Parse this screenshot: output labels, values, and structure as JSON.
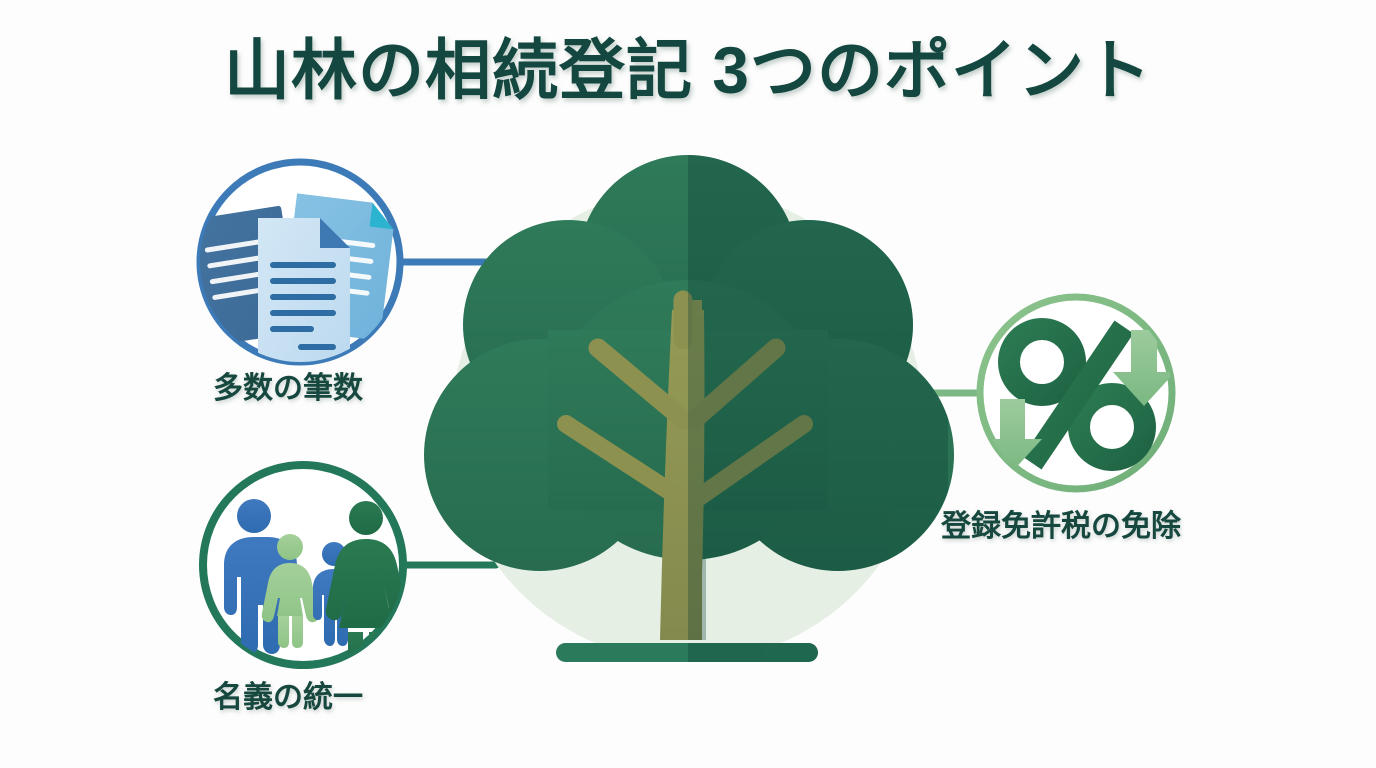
{
  "page": {
    "title": "山林の相続登記 3つのポイント",
    "background_color": "#fdfdfd",
    "title_color": "#13473f"
  },
  "center": {
    "icon": "tree-icon",
    "backdrop_color": "#e5efe4",
    "canopy_color": "#2a7355",
    "canopy_shade_color": "#1b5647",
    "trunk_color": "#8d9150",
    "trunk_shade_color": "#6f7a4a",
    "ground_color": "#2c7a5c",
    "ground_shade_color": "#1d5748"
  },
  "nodes": [
    {
      "id": "docs",
      "label": "多数の筆数",
      "icon": "documents-icon",
      "ring_color": "#3d7ab8",
      "connector_color": "#3d7ab8"
    },
    {
      "id": "family",
      "label": "名義の統一",
      "icon": "family-icon",
      "ring_color": "#23785a",
      "connector_color": "#23785a"
    },
    {
      "id": "tax",
      "label": "登録免許税の免除",
      "icon": "percent-down-icon",
      "ring_color": "#7cb884",
      "connector_color": "#7cb884"
    }
  ],
  "chart_data": {
    "type": "diagram",
    "title": "山林の相続登記 3つのポイント",
    "layout": "central hub (tree) with three satellite circular icon nodes connected by elbow lines",
    "center_node": "tree-icon",
    "nodes": [
      {
        "label": "多数の筆数",
        "icon": "documents-icon",
        "position": "top-left",
        "color": "#3d7ab8"
      },
      {
        "label": "名義の統一",
        "icon": "family-icon",
        "position": "bottom-left",
        "color": "#23785a"
      },
      {
        "label": "登録免許税の免除",
        "icon": "percent-down-icon",
        "position": "right",
        "color": "#7cb884"
      }
    ]
  }
}
